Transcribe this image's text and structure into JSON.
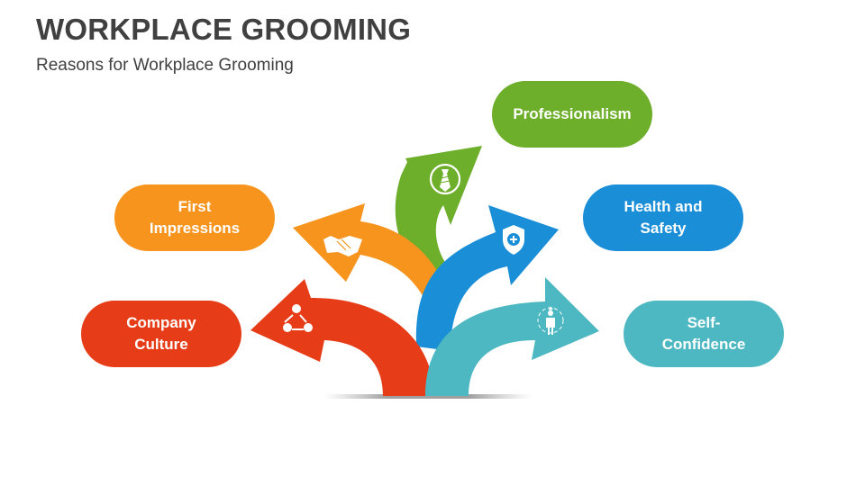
{
  "header": {
    "title": "WORKPLACE GROOMING",
    "subtitle": "Reasons for Workplace Grooming"
  },
  "colors": {
    "red": "#E63C17",
    "orange": "#F7941D",
    "green": "#6DAE2A",
    "blue": "#1A8ED6",
    "teal": "#4DB8C2",
    "text_dark": "#404040"
  },
  "items": [
    {
      "label": "Company Culture",
      "line1": "Company",
      "line2": "Culture",
      "color": "#E63C17",
      "icon": "team-cycle-icon"
    },
    {
      "label": "First Impressions",
      "line1": "First",
      "line2": "Impressions",
      "color": "#F7941D",
      "icon": "handshake-icon"
    },
    {
      "label": "Professionalism",
      "line1": "Professionalism",
      "line2": "",
      "color": "#6DAE2A",
      "icon": "tie-icon"
    },
    {
      "label": "Health and Safety",
      "line1": "Health and",
      "line2": "Safety",
      "color": "#1A8ED6",
      "icon": "shield-plus-icon"
    },
    {
      "label": "Self-Confidence",
      "line1": "Self-",
      "line2": "Confidence",
      "color": "#4DB8C2",
      "icon": "confident-person-icon"
    }
  ]
}
